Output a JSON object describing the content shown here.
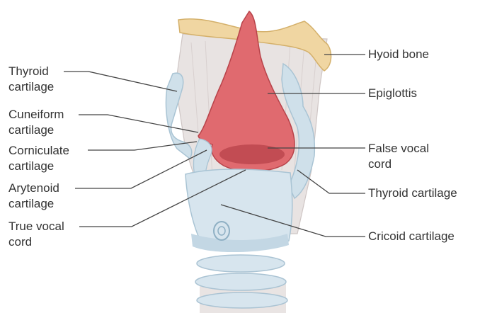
{
  "labels": {
    "left": [
      {
        "line1": "Thyroid",
        "line2": "cartilage"
      },
      {
        "line1": "Cuneiform",
        "line2": "cartilage"
      },
      {
        "line1": "Corniculate",
        "line2": "cartilage"
      },
      {
        "line1": "Arytenoid",
        "line2": "cartilage"
      },
      {
        "line1": "True vocal",
        "line2": "cord"
      }
    ],
    "right": [
      {
        "line1": "Hyoid bone"
      },
      {
        "line1": "Epiglottis"
      },
      {
        "line1": "False vocal",
        "line2": "cord"
      },
      {
        "line1": "Thyroid cartilage"
      },
      {
        "line1": "Cricoid cartilage"
      }
    ]
  },
  "colors": {
    "cartilage": "#cfe0ea",
    "cartilage_edge": "#a9c4d4",
    "muscle": "#e8e3e2",
    "muscle_shade": "#d4cccb",
    "epiglottis": "#e06a6f",
    "epiglottis_dark": "#b8434a",
    "hyoid": "#f0d6a2",
    "hyoid_edge": "#d4b06a",
    "leader": "#444444"
  }
}
